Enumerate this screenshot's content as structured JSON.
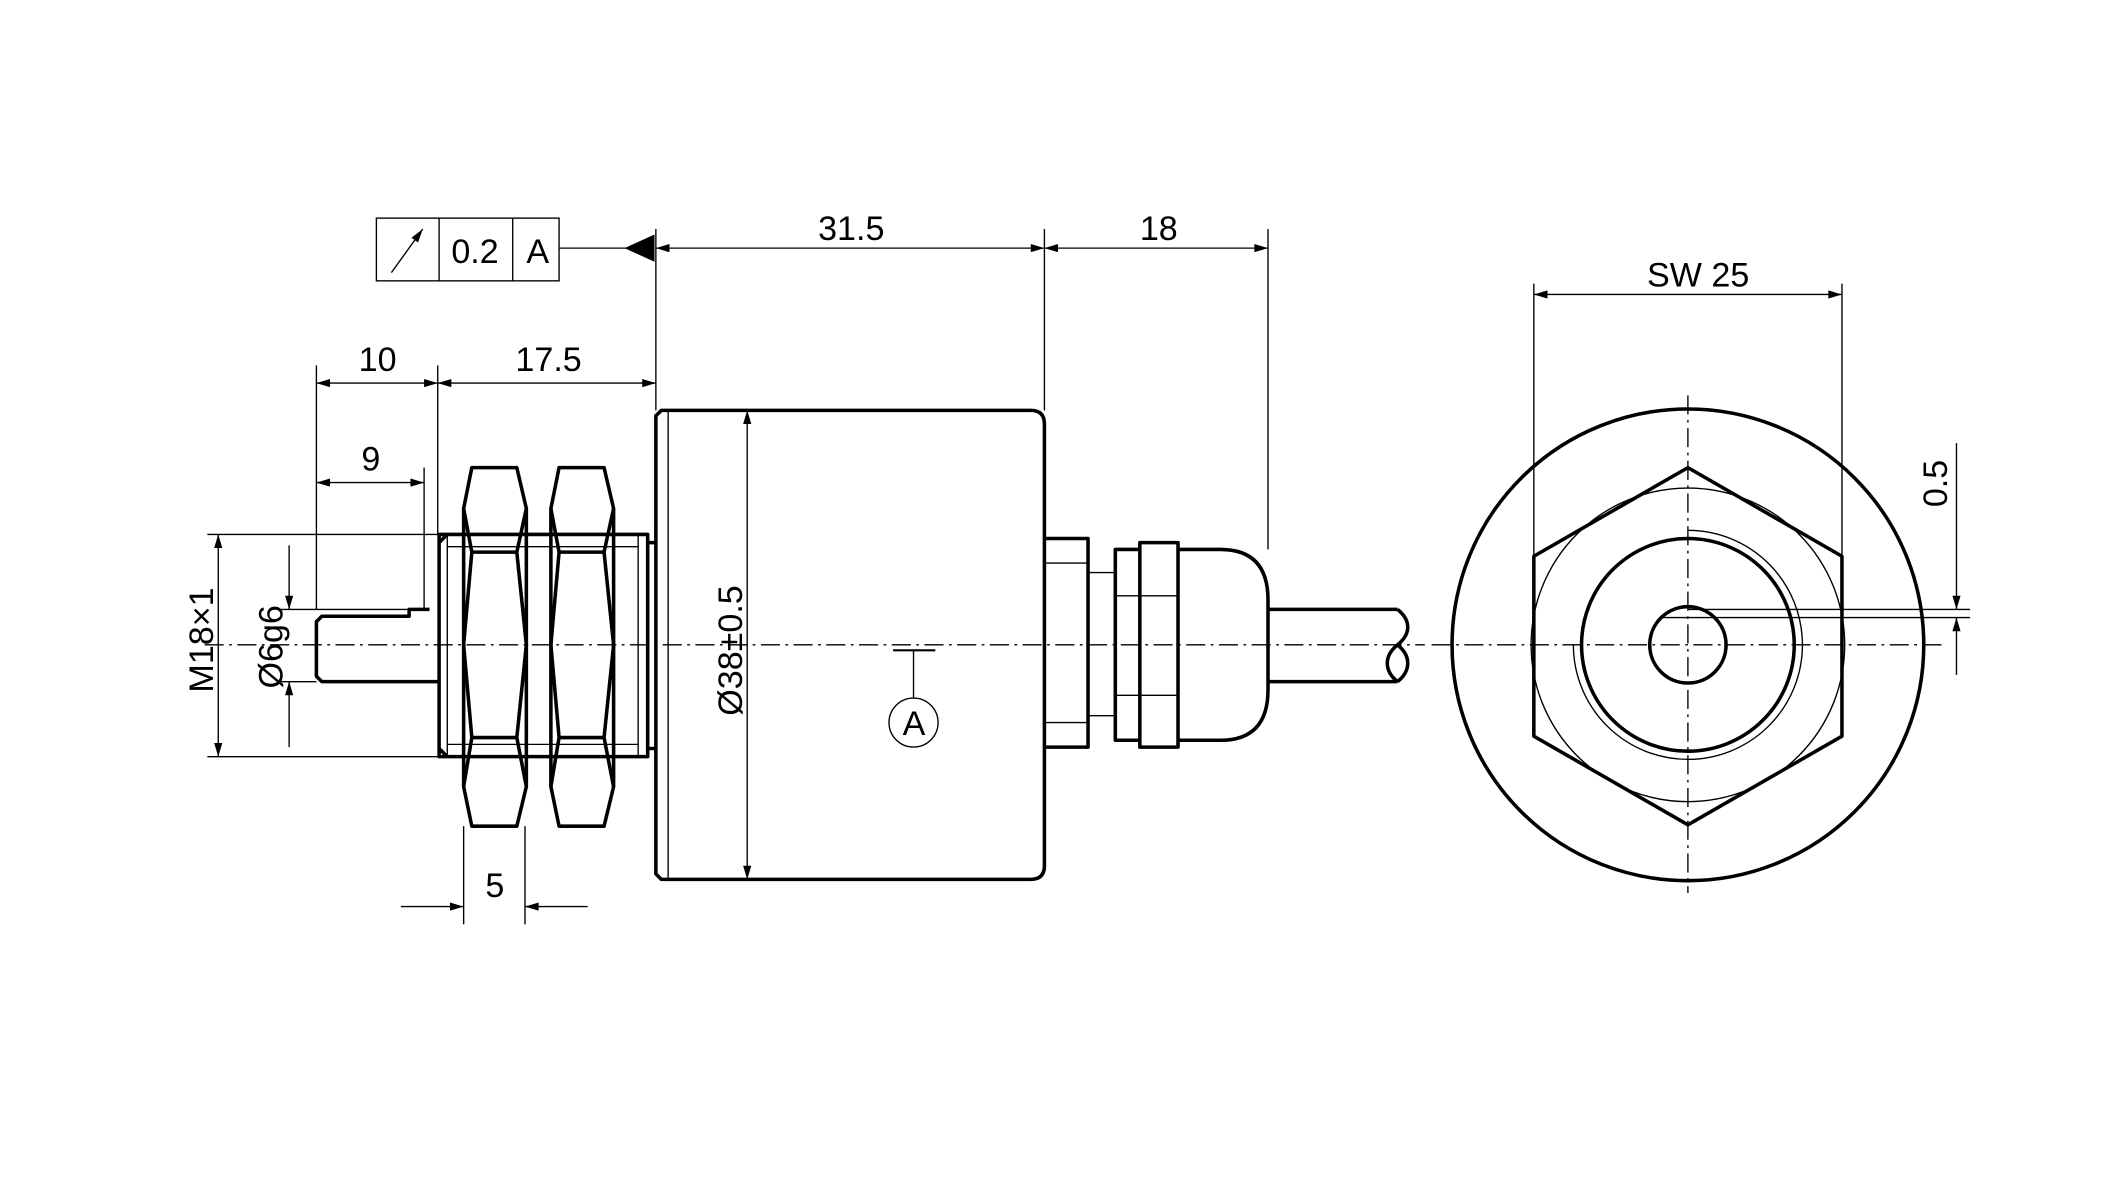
{
  "drawing": {
    "tolerance_frame": {
      "symbol": "circular-runout",
      "value": "0.2",
      "datum": "A"
    },
    "dimensions": {
      "housing_length": "31.5",
      "gland_length": "18",
      "shaft_length": "10",
      "thread_length": "17.5",
      "shaft_flat_length": "9",
      "thread_size": "M18×1",
      "shaft_diameter": "Ø6g6",
      "housing_diameter": "Ø38±0.5",
      "nut_width": "5",
      "wrench_size": "SW 25",
      "flat_depth": "0.5"
    },
    "datum_label": "A"
  }
}
